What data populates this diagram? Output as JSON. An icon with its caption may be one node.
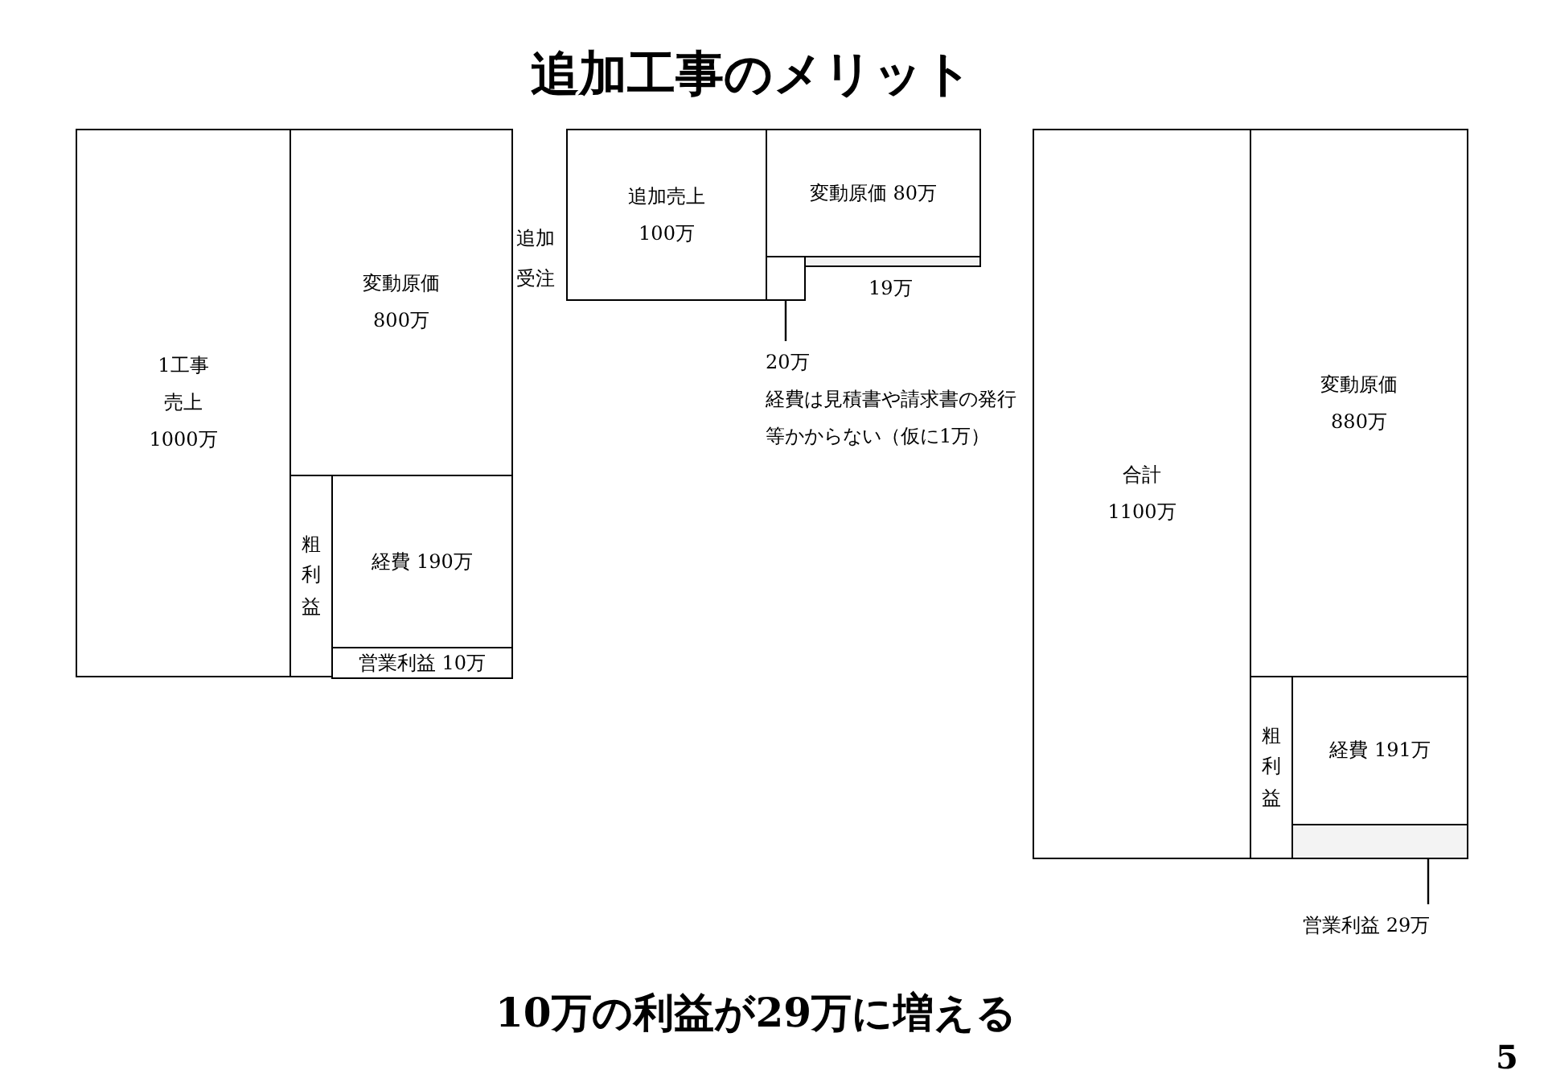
{
  "diagram": {
    "title": "追加工事のメリット",
    "caption": "10万の利益が29万に増える",
    "nodes": [
      {
        "text": [
          "1工事",
          "売上",
          "1000万"
        ]
      },
      {
        "text": [
          "変動原価",
          "800万"
        ]
      },
      {
        "text": [
          "粗利益"
        ]
      },
      {
        "text": [
          "経費 190万"
        ]
      },
      {
        "text": [
          "営業利益 10万"
        ]
      },
      {
        "text": [
          "追加売上",
          "100万"
        ],
        "beside": [
          "追加受注"
        ]
      },
      {
        "text": [
          "変動原価 80万"
        ]
      },
      {
        "text": [],
        "shape": "box"
      },
      {
        "text": [],
        "shape": "bar",
        "beside": [
          "19万"
        ]
      },
      {
        "text": [
          "20万",
          "経費は見積書や請求書の発行等かからない（仮に1万）"
        ]
      },
      {
        "text": [
          "合計",
          "1100万"
        ]
      },
      {
        "text": [
          "変動原価",
          "880万"
        ]
      },
      {
        "text": [
          "粗利益"
        ]
      },
      {
        "text": [
          "経費 191万"
        ]
      },
      {
        "text": [],
        "shape": "bar"
      },
      {
        "text": [
          "営業利益 29万"
        ]
      }
    ],
    "edges": [
      {
        "from": 9,
        "to": 7,
        "arrow": "none"
      },
      {
        "from": 15,
        "to": 14,
        "arrow": "none"
      }
    ],
    "labels": [
      "5"
    ]
  }
}
